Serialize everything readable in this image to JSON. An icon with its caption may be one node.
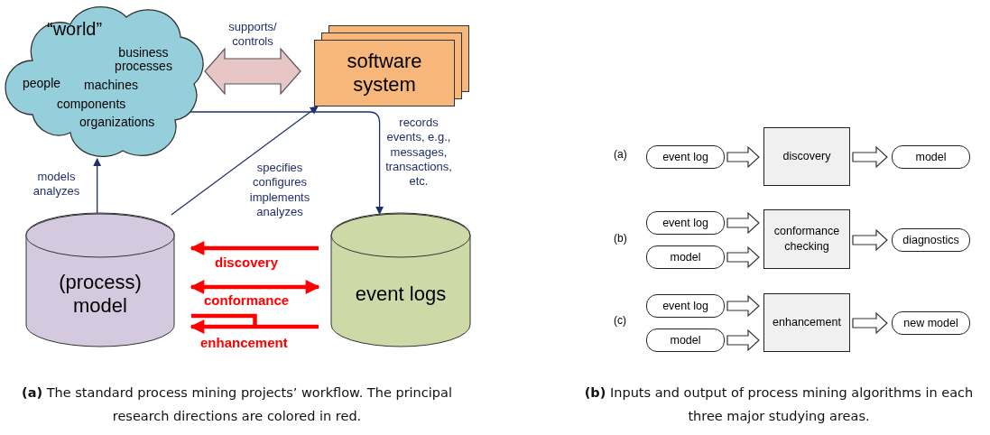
{
  "diagram": {
    "caption": "**(a)** The standard process mining projects’ workflow. The principal research directions are colored in red.",
    "nodes": [
      {
        "text": [
          "“world”",
          "business processes",
          "people",
          "machines",
          "components",
          "organizations"
        ]
      },
      {
        "text": [
          "software system"
        ]
      },
      {
        "text": [
          "(process) model"
        ]
      },
      {
        "text": [
          "event logs"
        ]
      },
      {
        "text": [
          "event log"
        ]
      },
      {
        "text": [
          "discovery"
        ]
      },
      {
        "text": [
          "model"
        ]
      },
      {
        "text": [
          "event log"
        ]
      },
      {
        "text": [
          "model"
        ]
      },
      {
        "text": [
          "conformance checking"
        ]
      },
      {
        "text": [
          "diagnostics"
        ]
      },
      {
        "text": [
          "event log"
        ]
      },
      {
        "text": [
          "model"
        ]
      },
      {
        "text": [
          "enhancement"
        ]
      },
      {
        "text": [
          "new model"
        ]
      }
    ],
    "edges": [
      {
        "from": 0,
        "to": 1,
        "arrow": "both",
        "label": "supports/ controls",
        "style": "thick",
        "color": "#e8c6c6"
      },
      {
        "from": 2,
        "to": 0,
        "arrow": "to",
        "label": "models analyzes"
      },
      {
        "from": 2,
        "to": 1,
        "arrow": "to",
        "label": "specifies configures implements analyzes"
      },
      {
        "from": 0,
        "to": 3,
        "arrow": "to",
        "label": "records events, e.g., messages, transactions, etc."
      },
      {
        "from": 3,
        "to": 2,
        "arrow": "to",
        "label": "discovery",
        "style": "thick",
        "color": "#ff0000"
      },
      {
        "from": 2,
        "to": 3,
        "arrow": "both",
        "label": "conformance",
        "style": "thick",
        "color": "#ff0000"
      },
      {
        "from": 3,
        "to": 2,
        "arrow": "to",
        "label": "enhancement",
        "style": "thick",
        "color": "#ff0000"
      },
      {
        "from": 4,
        "to": 5,
        "arrow": "to"
      },
      {
        "from": 5,
        "to": 6,
        "arrow": "to"
      },
      {
        "from": 7,
        "to": 9,
        "arrow": "to"
      },
      {
        "from": 8,
        "to": 9,
        "arrow": "to"
      },
      {
        "from": 9,
        "to": 10,
        "arrow": "to"
      },
      {
        "from": 11,
        "to": 13,
        "arrow": "to"
      },
      {
        "from": 12,
        "to": 13,
        "arrow": "to"
      },
      {
        "from": 13,
        "to": 14,
        "arrow": "to"
      }
    ],
    "labels": [
      "(a)",
      "(b)",
      "(c)",
      "**(b)** Inputs and output of process mining algorithms in each three major studying areas."
    ]
  }
}
